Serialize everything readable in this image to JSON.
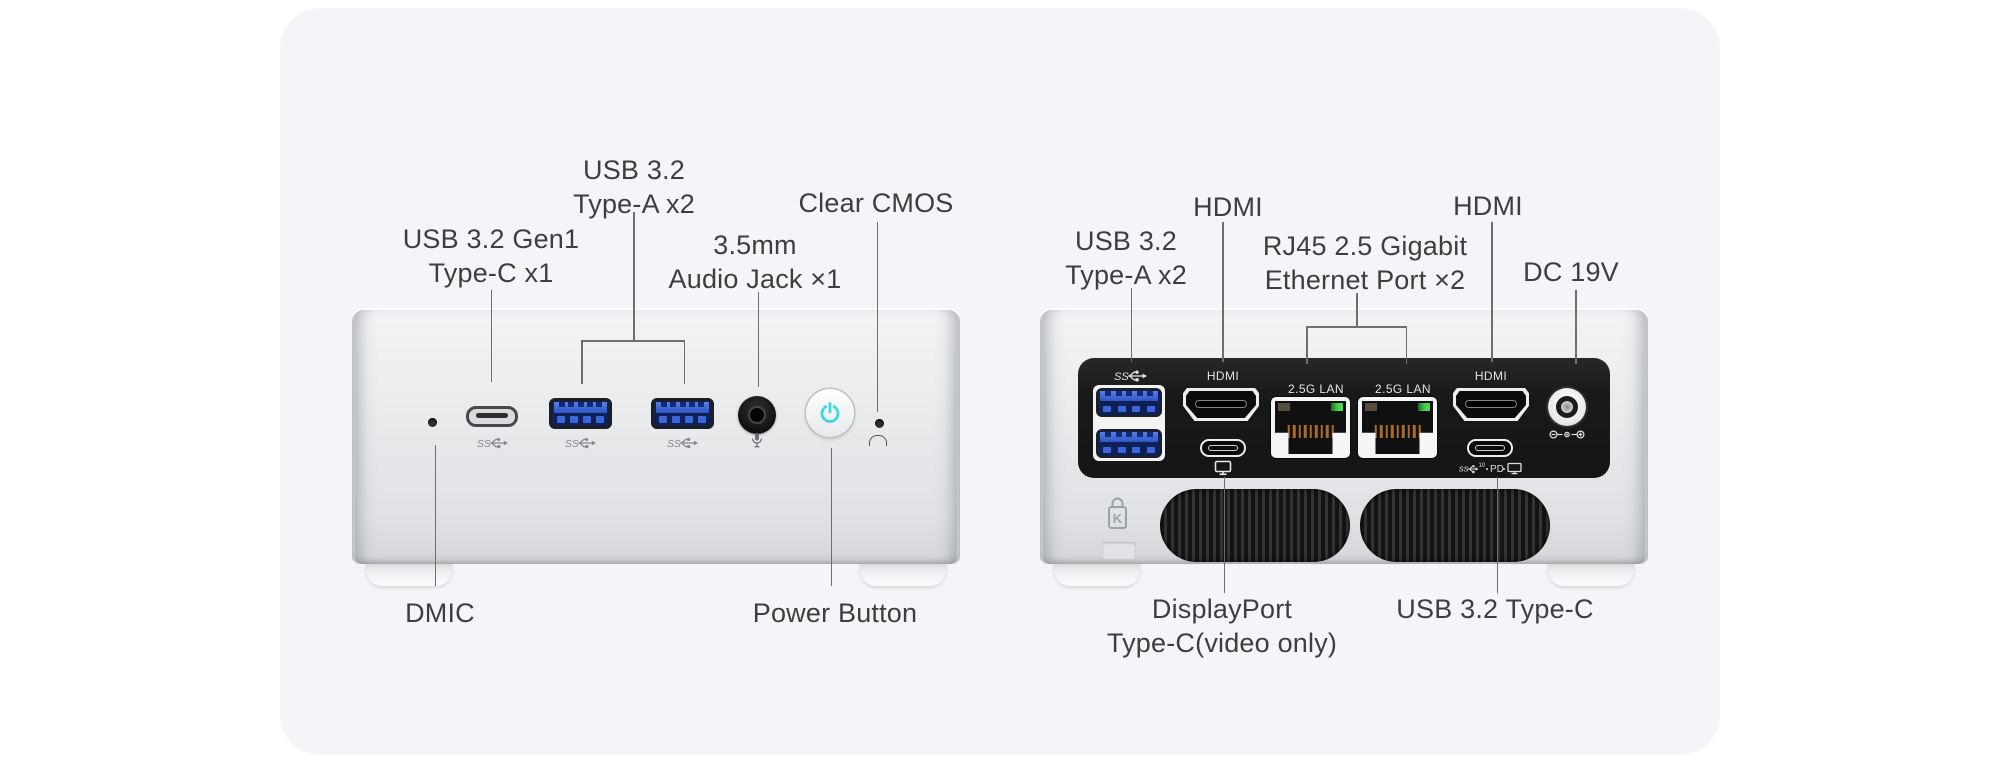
{
  "front": {
    "callout_usb_c": {
      "line1": "USB 3.2 Gen1",
      "line2": "Type-C x1"
    },
    "callout_usb_a": {
      "line1": "USB 3.2",
      "line2": "Type-A x2"
    },
    "callout_audio": {
      "line1": "3.5mm",
      "line2": "Audio Jack ×1"
    },
    "callout_clear_cmos": "Clear CMOS",
    "callout_dmic": "DMIC",
    "callout_power": "Power Button",
    "ss_badge": "SS"
  },
  "rear": {
    "callout_usb_a": {
      "line1": "USB 3.2",
      "line2": "Type-A x2"
    },
    "callout_hdmi_left": "HDMI",
    "callout_ethernet": {
      "line1": "RJ45 2.5 Gigabit",
      "line2": "Ethernet Port ×2"
    },
    "callout_hdmi_right": "HDMI",
    "callout_dc": "DC 19V",
    "callout_displayport": {
      "line1": "DisplayPort",
      "line2": "Type-C(video only)"
    },
    "callout_usb_c": "USB 3.2 Type-C",
    "port_labels": {
      "ss": "SS",
      "hdmi_1": "HDMI",
      "lan_1": "2.5G LAN",
      "lan_2": "2.5G LAN",
      "hdmi_2": "HDMI"
    },
    "usb_c_caps": {
      "ss": "ss",
      "gen_speed": "10",
      "pd": "PD"
    },
    "kensington": "K"
  },
  "colors": {
    "page_bg": "#ffffff",
    "card_bg": "#f4f5f8",
    "device_silver": "#e8eaec",
    "panel_black": "#1c1c1c",
    "usb_blue": "#3a64d8",
    "usb_blue_dark": "#12235c",
    "power_glyph": "#3ed8df",
    "led_green": "#49d44e",
    "pin_orange": "#a96a2c",
    "label_text": "#3e3e3e",
    "callout_line": "#6e6e6e"
  }
}
